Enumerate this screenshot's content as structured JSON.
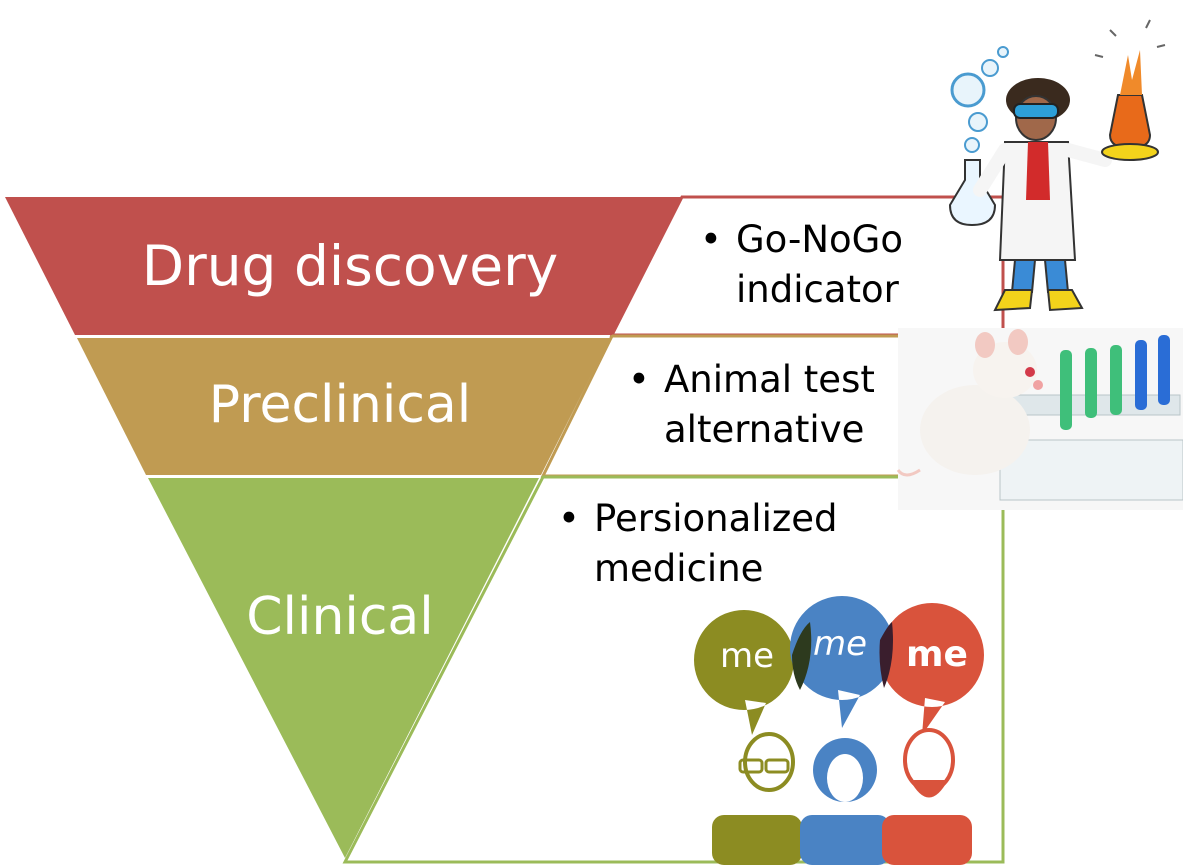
{
  "funnel": {
    "tiers": [
      {
        "label": "Drug discovery",
        "color": "#c0504d"
      },
      {
        "label": "Preclinical",
        "color": "#c09b52"
      },
      {
        "label": "Clinical",
        "color": "#9bbb59"
      }
    ]
  },
  "notes": [
    {
      "bullet": "•",
      "line1": "Go-NoGo",
      "line2": "indicator",
      "border_color": "#c0504d"
    },
    {
      "bullet": "•",
      "line1": "Animal test",
      "line2": "alternative",
      "border_color": "#c09b52"
    },
    {
      "bullet": "•",
      "line1": "Persionalized",
      "line2": "medicine",
      "border_color": "#9bbb59"
    }
  ],
  "speech_bubbles": [
    {
      "text": "me",
      "color": "#8c8c22"
    },
    {
      "text": "me",
      "color": "#4a83c4"
    },
    {
      "text": "me",
      "color": "#d9533c"
    }
  ],
  "icons": [
    "scientist-illustration",
    "lab-mouse-photo",
    "people-speech-bubbles-illustration"
  ]
}
